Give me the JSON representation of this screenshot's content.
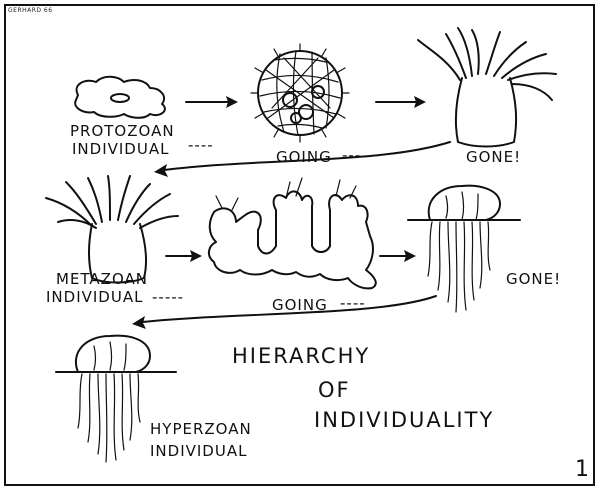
{
  "signature": "GERHARD 66",
  "page_number": "1",
  "title": {
    "line1": "HIERARCHY",
    "line2": "OF",
    "line3": "INDIVIDUALITY"
  },
  "labels": {
    "protozoan_line1": "PROTOZOAN",
    "protozoan_line2": "INDIVIDUAL",
    "protozoan_dash": "----",
    "going_row1": "GOING",
    "going_row1_dash": "---",
    "gone_row1": "GONE!",
    "metazoan_line1": "METAZOAN",
    "metazoan_line2": "INDIVIDUAL",
    "metazoan_dash": "-----",
    "going_row2": "GOING",
    "going_row2_dash": "----",
    "gone_row2": "GONE!",
    "hyperzoan_line1": "HYPERZOAN",
    "hyperzoan_line2": "INDIVIDUAL"
  },
  "icons": {
    "amoeba": "amoeba-icon",
    "colony_sphere": "volvox-colony-icon",
    "polyp_row1": "polyp-icon",
    "polyp_row2": "polyp-icon",
    "branching_colony": "branching-colony-icon",
    "siphonophore_row2": "siphonophore-icon",
    "siphonophore_row3": "siphonophore-icon",
    "arrows": "arrow-right-icon"
  }
}
